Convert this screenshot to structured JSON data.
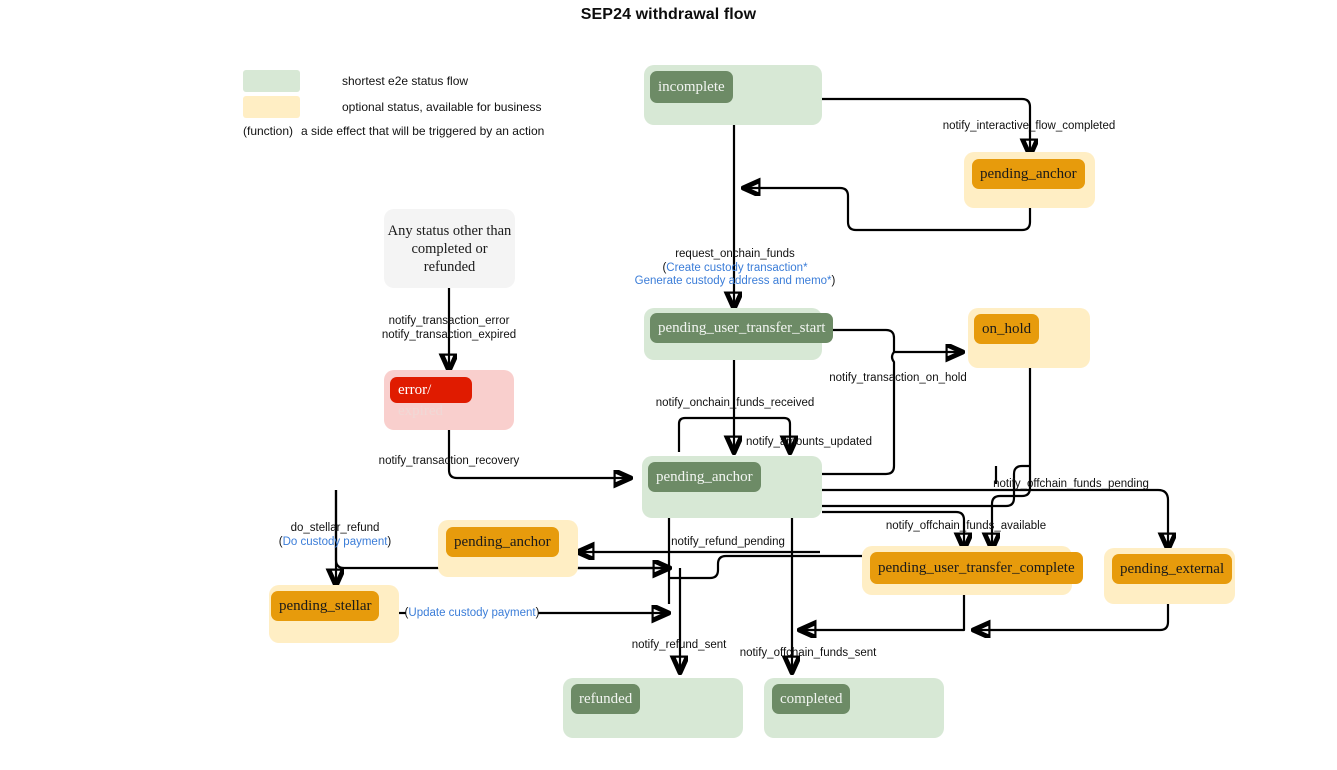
{
  "title": "SEP24 withdrawal flow",
  "legend": {
    "items": [
      {
        "swatch": "#d7e8d5",
        "label": "shortest e2e status flow",
        "name": "legend-shortest-flow"
      },
      {
        "swatch": "#ffeec4",
        "label": "optional status, available for business",
        "name": "legend-optional-status"
      }
    ],
    "function_row": {
      "open_paren": "(",
      "function_word": "function",
      "close_paren": ")",
      "label": "a side effect that will be triggered by an action"
    }
  },
  "colors": {
    "green_box": "#d7e8d5",
    "green_pill": "#6d8b66",
    "yellow_box": "#ffeec4",
    "orange_pill": "#e79b0c",
    "pink_box": "#f9cfcd",
    "red_pill": "#e01b00",
    "gray_box": "#f4f4f4",
    "function_text": "#3b7dd8",
    "edge": "#000000"
  },
  "nodes": {
    "incomplete": {
      "label": "incomplete",
      "type": "green"
    },
    "pending_anchor_top": {
      "label": "pending_anchor",
      "type": "yellow"
    },
    "any_status": {
      "label": "Any status other than completed or refunded",
      "type": "gray"
    },
    "error_expired": {
      "label_line1": "error/",
      "label_line2": "expired",
      "type": "pink"
    },
    "pending_user_transfer_start": {
      "label": "pending_user_transfer_start",
      "type": "green"
    },
    "on_hold": {
      "label": "on_hold",
      "type": "yellow"
    },
    "pending_anchor_center": {
      "label": "pending_anchor",
      "type": "green"
    },
    "pending_anchor_refund": {
      "label": "pending_anchor",
      "type": "yellow"
    },
    "pending_stellar": {
      "label": "pending_stellar",
      "type": "yellow"
    },
    "pending_user_transfer_complete": {
      "label": "pending_user_transfer_complete",
      "type": "yellow"
    },
    "pending_external": {
      "label": "pending_external",
      "type": "yellow"
    },
    "refunded": {
      "label": "refunded",
      "type": "green"
    },
    "completed": {
      "label": "completed",
      "type": "green"
    }
  },
  "edge_labels": {
    "notify_interactive_flow_completed": "notify_interactive_flow_completed",
    "request_onchain_funds": "request_onchain_funds",
    "create_custody_transaction": "Create custody transaction*",
    "generate_custody_address": "Generate custody address and memo*",
    "notify_transaction_error": "notify_transaction_error",
    "notify_transaction_expired": "notify_transaction_expired",
    "notify_transaction_recovery": "notify_transaction_recovery",
    "notify_onchain_funds_received": "notify_onchain_funds_received",
    "notify_amounts_updated": "notify_amounts_updated",
    "notify_transaction_on_hold": "notify_transaction_on_hold",
    "notify_offchain_funds_pending": "notify_offchain_funds_pending",
    "notify_offchain_funds_available": "notify_offchain_funds_available",
    "notify_refund_pending": "notify_refund_pending",
    "do_stellar_refund": "do_stellar_refund",
    "do_custody_payment": "Do custody payment",
    "update_custody_payment": "Update custody payment",
    "notify_refund_sent": "notify_refund_sent",
    "notify_offchain_funds_sent": "notify_offchain_funds_sent"
  }
}
